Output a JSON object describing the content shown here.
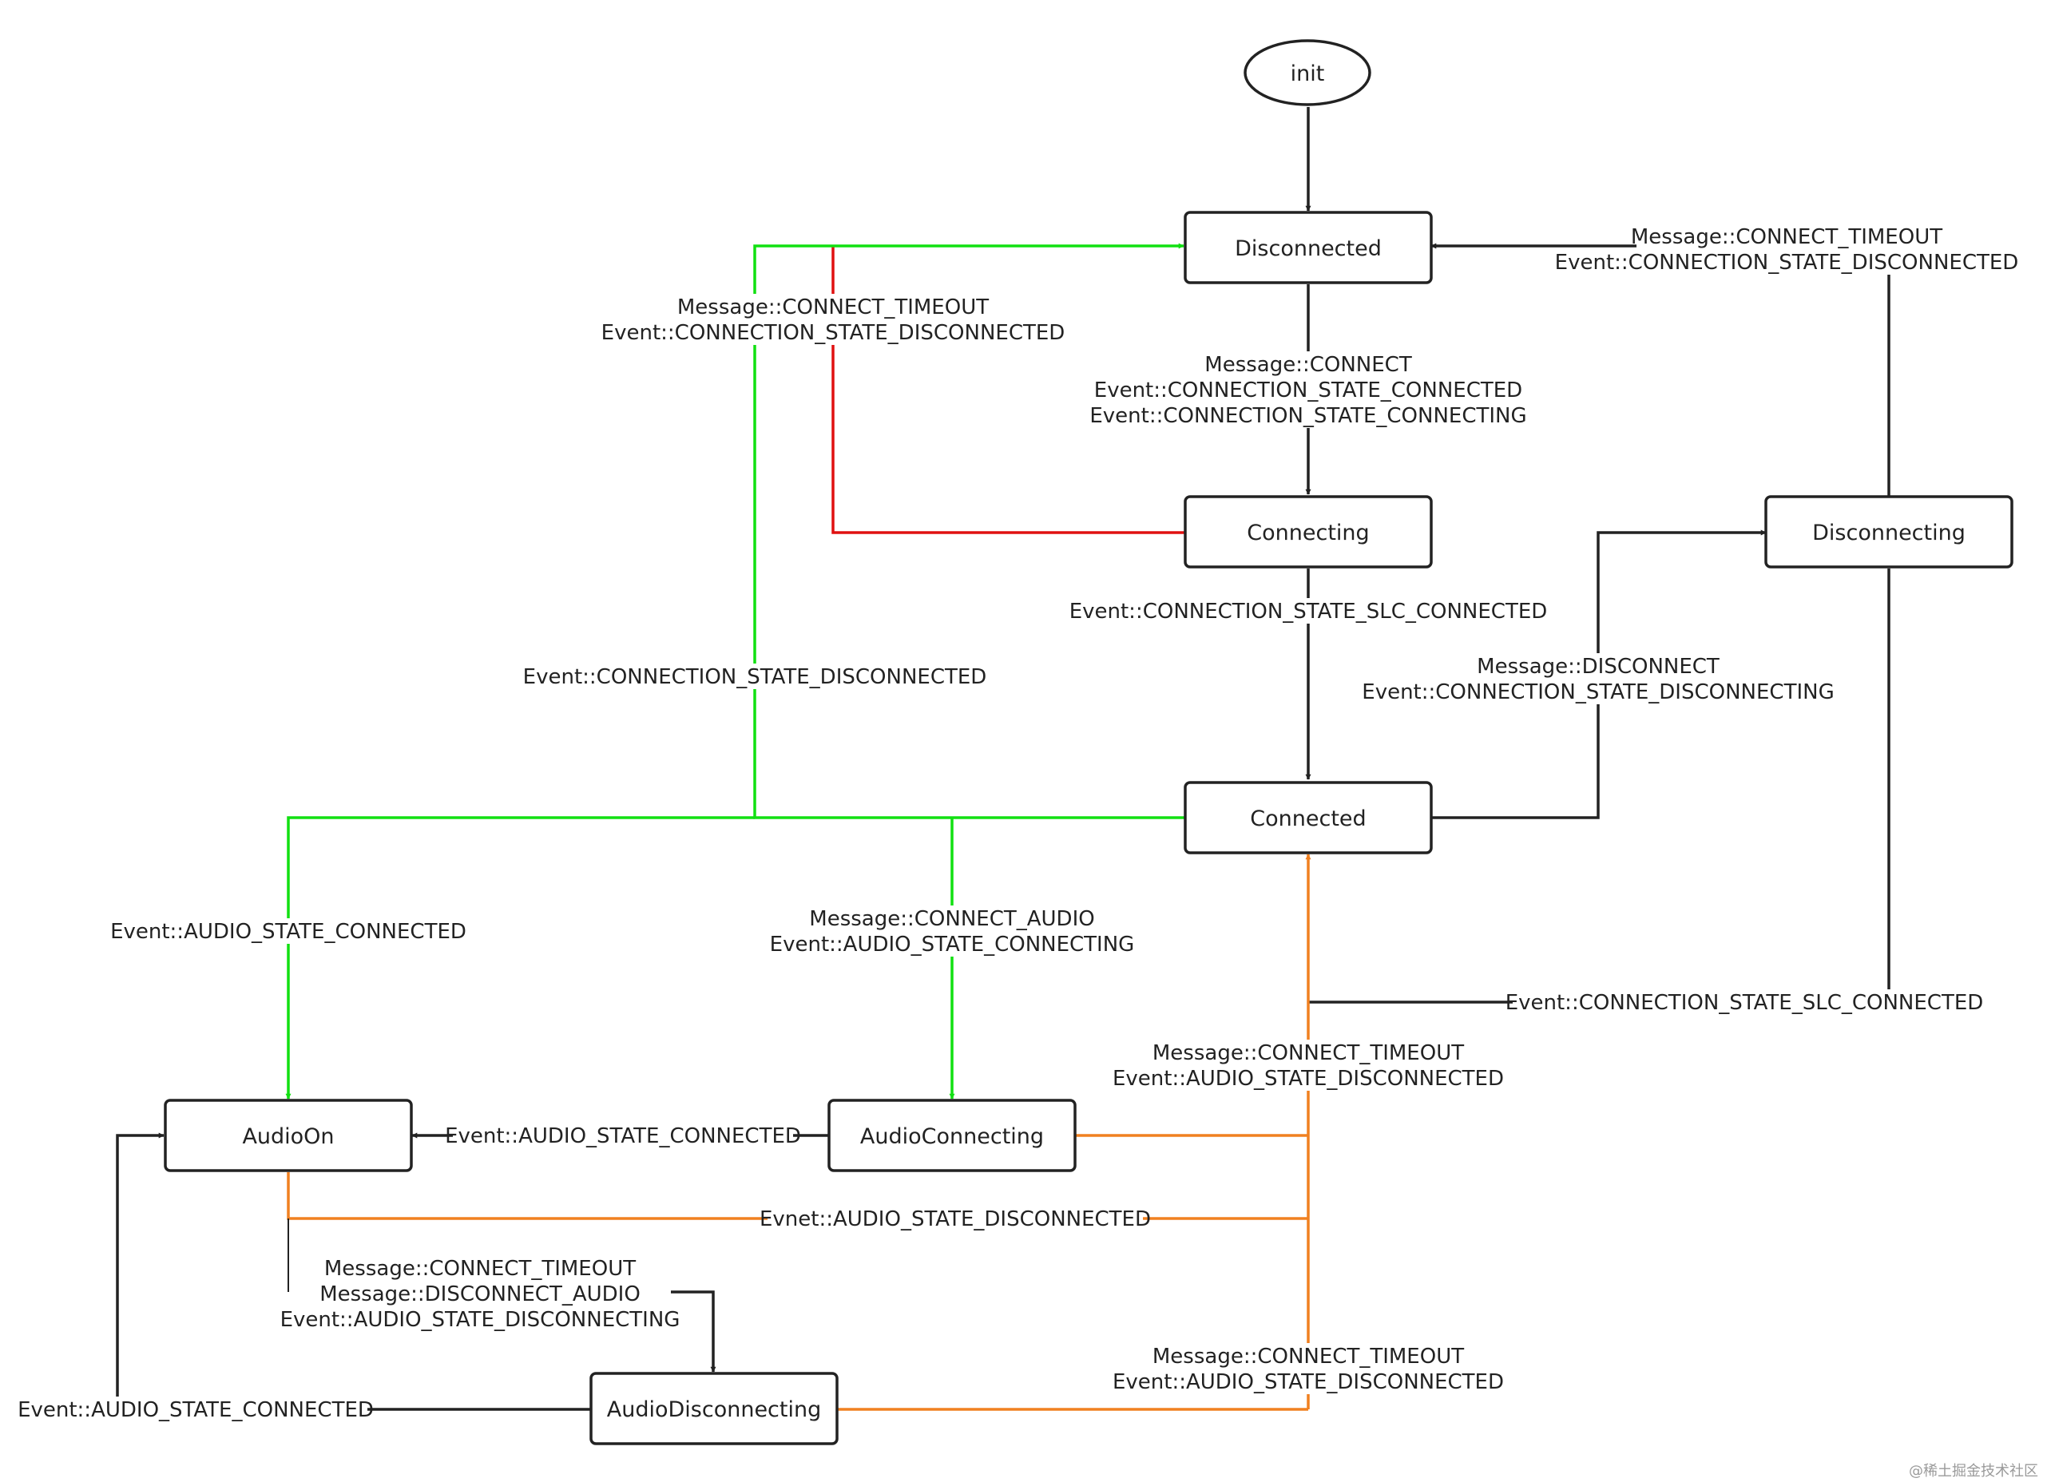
{
  "colors": {
    "default_edge": "#222222",
    "connected_edge": "#11e011",
    "timeout_edge": "#e01010",
    "audio_edge": "#f08020",
    "node_border": "#222222",
    "node_fill": "#ffffff"
  },
  "nodes": {
    "init": "init",
    "disconnected": "Disconnected",
    "connecting": "Connecting",
    "connected": "Connected",
    "disconnecting": "Disconnecting",
    "audio_on": "AudioOn",
    "audio_connecting": "AudioConnecting",
    "audio_disconnecting": "AudioDisconnecting"
  },
  "edges": {
    "disconnected_to_connecting": [
      "Message::CONNECT",
      "Event::CONNECTION_STATE_CONNECTED",
      "Event::CONNECTION_STATE_CONNECTING"
    ],
    "connecting_to_disconnected": [
      "Message::CONNECT_TIMEOUT",
      "Event::CONNECTION_STATE_DISCONNECTED"
    ],
    "disconnecting_to_disconnected": [
      "Message::CONNECT_TIMEOUT",
      "Event::CONNECTION_STATE_DISCONNECTED"
    ],
    "connecting_to_connected": [
      "Event::CONNECTION_STATE_SLC_CONNECTED"
    ],
    "connected_to_disconnecting": [
      "Message::DISCONNECT",
      "Event::CONNECTION_STATE_DISCONNECTING"
    ],
    "connected_to_disconnected": [
      "Event::CONNECTION_STATE_DISCONNECTED"
    ],
    "connected_to_audio_on": [
      "Event::AUDIO_STATE_CONNECTED"
    ],
    "connected_to_audio_connecting": [
      "Message::CONNECT_AUDIO",
      "Event::AUDIO_STATE_CONNECTING"
    ],
    "disconnecting_to_connected": [
      "Event::CONNECTION_STATE_SLC_CONNECTED"
    ],
    "audio_connecting_to_connected": [
      "Message::CONNECT_TIMEOUT",
      "Event::AUDIO_STATE_DISCONNECTED"
    ],
    "audio_connecting_to_audio_on": [
      "Event::AUDIO_STATE_CONNECTED"
    ],
    "audio_on_to_connected": [
      "Evnet::AUDIO_STATE_DISCONNECTED"
    ],
    "audio_on_to_audio_disconnecting": [
      "Message::CONNECT_TIMEOUT",
      "Message::DISCONNECT_AUDIO",
      "Event::AUDIO_STATE_DISCONNECTING"
    ],
    "audio_disconnecting_to_connected": [
      "Message::CONNECT_TIMEOUT",
      "Event::AUDIO_STATE_DISCONNECTED"
    ],
    "audio_disconnecting_to_audio_on": [
      "Event::AUDIO_STATE_CONNECTED"
    ]
  },
  "watermark": "@稀土掘金技术社区"
}
